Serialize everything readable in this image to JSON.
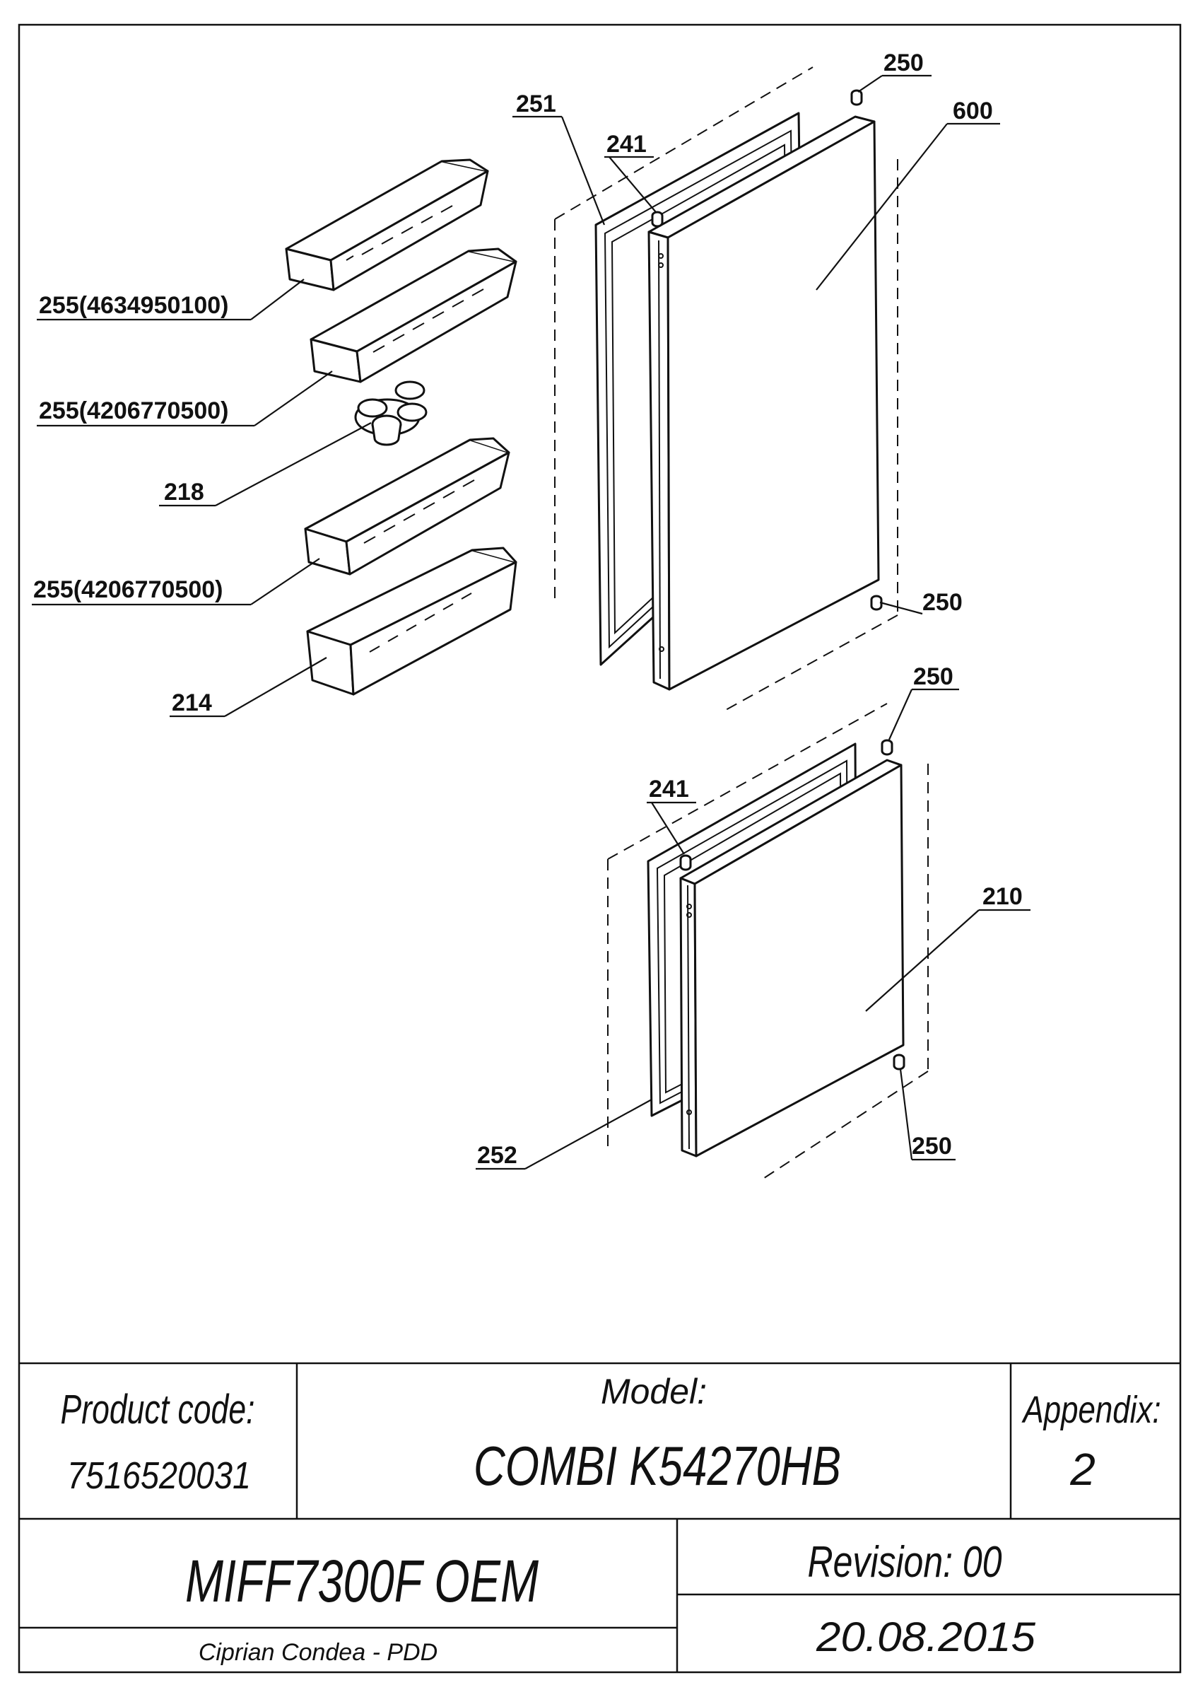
{
  "callouts": {
    "c250_a": "250",
    "c251": "251",
    "c241_a": "241",
    "c600": "600",
    "c255_1": "255(4634950100)",
    "c255_2": "255(4206770500)",
    "c218": "218",
    "c255_3": "255(4206770500)",
    "c214": "214",
    "c250_b": "250",
    "c250_c": "250",
    "c241_b": "241",
    "c210": "210",
    "c252": "252",
    "c250_d": "250"
  },
  "title_block": {
    "product_code_label": "Product code:",
    "product_code_value": "7516520031",
    "model_label": "Model:",
    "model_value": "COMBI K54270HB",
    "appendix_label": "Appendix:",
    "appendix_value": "2",
    "product_name": "MIFF7300F OEM",
    "revision": "Revision: 00",
    "author": "Ciprian Condea - PDD",
    "date": "20.08.2015"
  }
}
